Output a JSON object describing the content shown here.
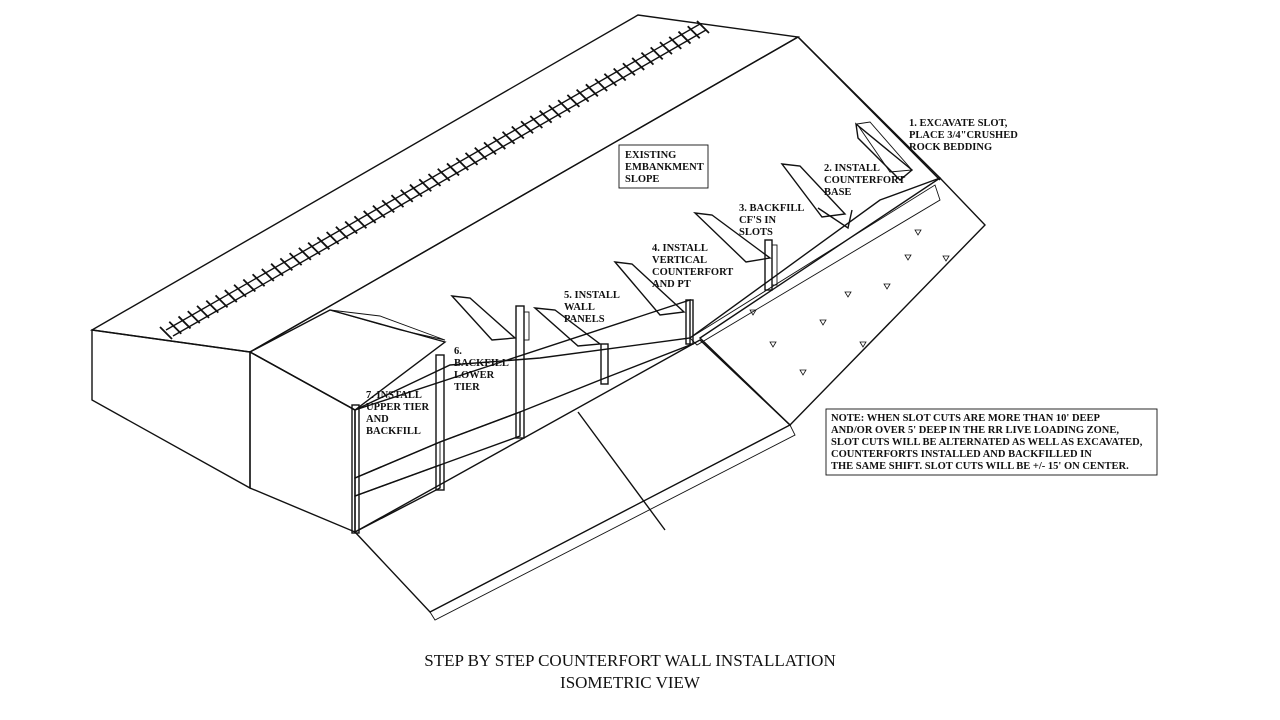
{
  "labels": {
    "embankment": [
      "EXISTING",
      "EMBANKMENT",
      "SLOPE"
    ],
    "step1": [
      "1.  EXCAVATE SLOT,",
      "PLACE 3/4\"CRUSHED",
      "ROCK BEDDING"
    ],
    "step2": [
      "2. INSTALL",
      "COUNTERFORT",
      "BASE"
    ],
    "step3": [
      "3. BACKFILL",
      "CF'S IN",
      "SLOTS"
    ],
    "step4": [
      "4. INSTALL",
      "VERTICAL",
      "COUNTERFORT",
      "AND PT"
    ],
    "step5": [
      "5. INSTALL",
      "WALL",
      "PANELS"
    ],
    "step6": [
      "6.",
      "BACKFILL",
      "LOWER",
      "TIER"
    ],
    "step7": [
      "7. INSTALL",
      "UPPER TIER",
      "AND",
      "BACKFILL"
    ]
  },
  "note": [
    "NOTE: WHEN SLOT CUTS ARE MORE THAN 10' DEEP",
    "AND/OR OVER 5' DEEP IN THE RR LIVE LOADING ZONE,",
    "SLOT CUTS WILL BE ALTERNATED AS WELL AS EXCAVATED,",
    "COUNTERFORTS INSTALLED AND BACKFILLED IN",
    "THE SAME SHIFT. SLOT CUTS WILL BE +/- 15' ON CENTER."
  ],
  "title": {
    "line1": "STEP BY STEP COUNTERFORT WALL INSTALLATION",
    "line2": "ISOMETRIC VIEW"
  },
  "colors": {
    "ink": "#111111",
    "paper": "#ffffff"
  }
}
